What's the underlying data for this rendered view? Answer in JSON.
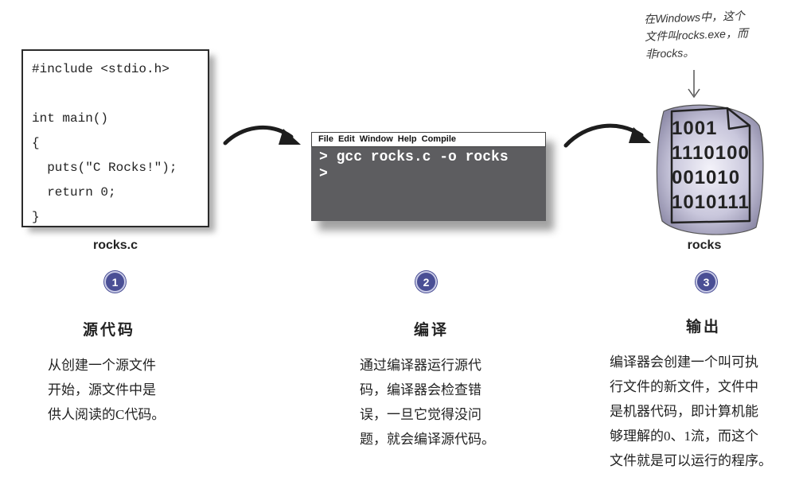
{
  "step1": {
    "number": "1",
    "title": "源代码",
    "file_label": "rocks.c",
    "code_lines": [
      "#include <stdio.h>",
      "",
      "int main()",
      "{",
      "  puts(\"C Rocks!\");",
      "  return 0;",
      "}"
    ],
    "description_lines": [
      "从创建一个源文件",
      "开始，源文件中是",
      "供人阅读的C代码。"
    ]
  },
  "step2": {
    "number": "2",
    "title": "编译",
    "menu": [
      "File",
      "Edit",
      "Window",
      "Help",
      "Compile"
    ],
    "terminal_lines": [
      "> gcc rocks.c -o rocks",
      ">"
    ],
    "description_lines": [
      "通过编译器运行源代",
      "码，编译器会检查错",
      "误，一旦它觉得没问",
      "题，就会编译源代码。"
    ]
  },
  "step3": {
    "number": "3",
    "title": "输出",
    "file_label": "rocks",
    "binary_lines": [
      "1001",
      "1110100",
      "001010",
      "1010111"
    ],
    "note_lines": [
      "在Windows中，这个",
      "文件叫rocks.exe，而",
      "非rocks。"
    ],
    "description_lines": [
      "编译器会创建一个叫可执",
      "行文件的新文件，文件中",
      "是机器代码，即计算机能",
      "够理解的0、1流，而这个",
      "文件就是可以运行的程序。"
    ]
  },
  "colors": {
    "step_circle": "#4a4f95",
    "terminal_bg": "#5d5d60",
    "blob_fill": "#c9c7dc"
  },
  "icons": [
    "curved-arrow-icon",
    "document-icon"
  ]
}
